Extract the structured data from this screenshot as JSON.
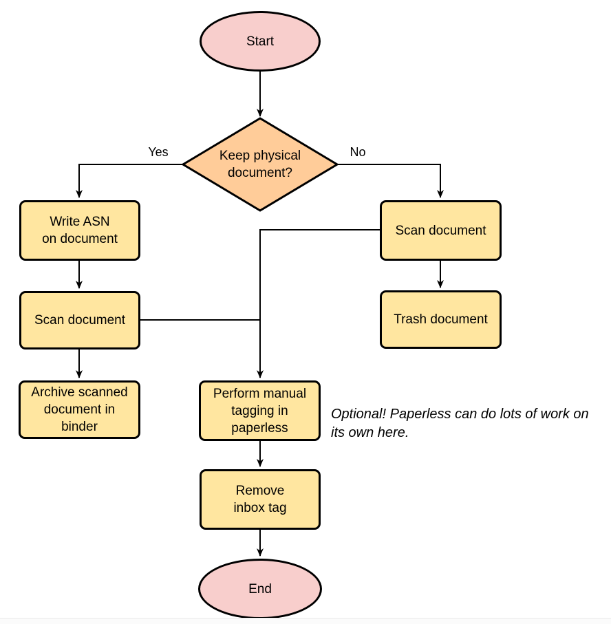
{
  "diagram": {
    "type": "flowchart",
    "colors": {
      "terminal_fill": "#f8cecc",
      "decision_fill": "#ffcc99",
      "process_fill": "#ffe6a0",
      "stroke": "#000000",
      "background": "#ffffff"
    },
    "nodes": {
      "start": {
        "shape": "ellipse",
        "label": "Start"
      },
      "decision": {
        "shape": "diamond",
        "label": "Keep physical\ndocument?"
      },
      "write_asn": {
        "shape": "process",
        "label": "Write ASN\non document"
      },
      "scan_left": {
        "shape": "process",
        "label": "Scan document"
      },
      "archive": {
        "shape": "process",
        "label": "Archive scanned\ndocument in\nbinder"
      },
      "scan_right": {
        "shape": "process",
        "label": "Scan document"
      },
      "trash": {
        "shape": "process",
        "label": "Trash document"
      },
      "tagging": {
        "shape": "process",
        "label": "Perform manual\ntagging in\npaperless"
      },
      "remove_inbox": {
        "shape": "process",
        "label": "Remove\ninbox tag"
      },
      "end": {
        "shape": "ellipse",
        "label": "End"
      }
    },
    "edge_labels": {
      "yes": "Yes",
      "no": "No"
    },
    "edges": [
      {
        "from": "start",
        "to": "decision",
        "label": ""
      },
      {
        "from": "decision",
        "to": "write_asn",
        "label": "Yes"
      },
      {
        "from": "decision",
        "to": "scan_right",
        "label": "No"
      },
      {
        "from": "write_asn",
        "to": "scan_left",
        "label": ""
      },
      {
        "from": "scan_left",
        "to": "archive",
        "label": ""
      },
      {
        "from": "scan_left",
        "to": "tagging",
        "label": ""
      },
      {
        "from": "scan_right",
        "to": "trash",
        "label": ""
      },
      {
        "from": "scan_right",
        "to": "tagging",
        "label": ""
      },
      {
        "from": "tagging",
        "to": "remove_inbox",
        "label": ""
      },
      {
        "from": "remove_inbox",
        "to": "end",
        "label": ""
      }
    ],
    "annotation": "Optional! Paperless can do lots of work on\nits own here."
  }
}
